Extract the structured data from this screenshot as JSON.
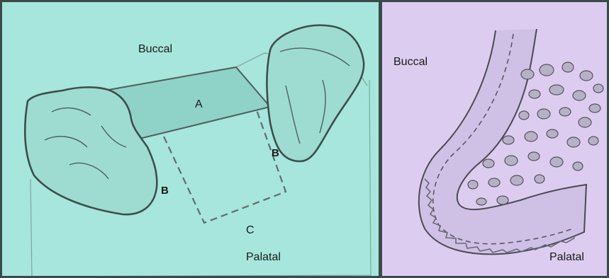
{
  "left_panel": {
    "buccal_label": "Buccal",
    "palatal_label": "Palatal",
    "label_a": "A",
    "label_b1": "B",
    "label_b2": "B",
    "label_c": "C",
    "background": "#a6e6dc"
  },
  "right_panel": {
    "buccal_label": "Buccal",
    "palatal_label": "Palatal",
    "background": "#dccdf0"
  }
}
